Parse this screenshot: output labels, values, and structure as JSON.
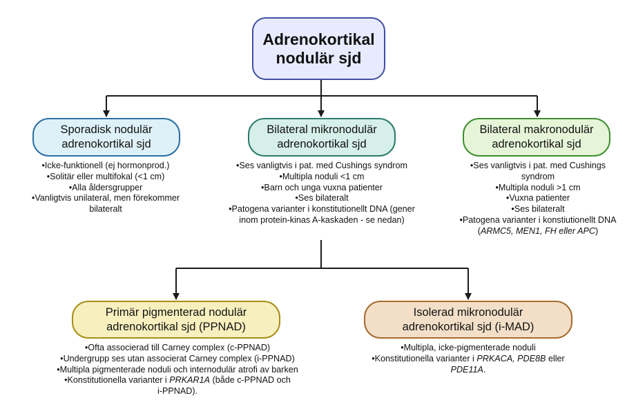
{
  "root": {
    "line1": "Adrenokortikal",
    "line2": "nodulär sjd"
  },
  "sporadic": {
    "title1": "Sporadisk nodulär",
    "title2": "adrenokortikal sjd",
    "bullets": [
      "•Icke-funktionell (ej hormonprod.)",
      "•Solitär eller multifokal (<1 cm)",
      "•Alla åldersgrupper",
      "•Vanligtvis unilateral, men förekommer",
      "bilateralt"
    ]
  },
  "bilateral_micro": {
    "title1": "Bilateral mikronodulär",
    "title2": "adrenokortikal sjd",
    "bullets": [
      "•Ses vanligtvis i pat. med Cushings syndrom",
      "•Multipla noduli <1 cm",
      "•Barn och unga vuxna patienter",
      "•Ses bilateralt",
      "•Patogena varianter i konstitutionellt DNA (gener",
      "inom protein-kinas A-kaskaden - se nedan)"
    ]
  },
  "bilateral_macro": {
    "title1": "Bilateral makronodulär",
    "title2": "adrenokortikal sjd",
    "bullets": [
      "•Ses vanligtvis i pat. med Cushings",
      "syndrom",
      "•Multipla noduli >1 cm",
      "•Vuxna patienter",
      "•Ses bilateralt",
      "•Patogena varianter i konstiutionellt DNA"
    ],
    "genes_open": "(",
    "genes_italic": "ARMC5, MEN1, FH eller APC",
    "genes_close": ")"
  },
  "ppnad": {
    "title1": "Primär pigmenterad nodulär",
    "title2": "adrenokortikal sjd (PPNAD)",
    "bullets": [
      "•Ofta associerad till Carney complex (c-PPNAD)",
      "•Undergrupp ses utan associerat Carney complex (i-PPNAD)",
      "•Multipla pigmenterade noduli och internodulär atrofi av barken"
    ],
    "variant_prefix": "•Konstitutionella varianter i ",
    "variant_gene": "PRKAR1A",
    "variant_suffix": " (både c-PPNAD och",
    "variant_line2": "i-PPNAD)."
  },
  "imad": {
    "title1": "Isolerad mikronodulär",
    "title2": "adrenokortikal sjd (i-MAD)",
    "bullet1": "•Multipla, icke-pigmenterade noduli",
    "variant_prefix": "•Konstitutionella varianter i ",
    "variant_genes": "PRKACA, PDE8B",
    "variant_suffix": " eller",
    "variant_line2_gene": "PDE11A",
    "variant_line2_suffix": "."
  }
}
